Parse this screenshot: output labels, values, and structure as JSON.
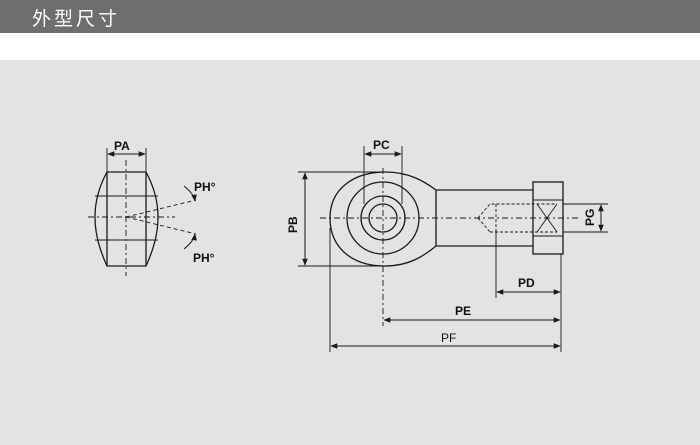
{
  "header": {
    "title": "外型尺寸"
  },
  "colors": {
    "header_bg": "#6e6e6e",
    "panel_bg": "#e3e3e3",
    "line": "#1a1a1a"
  },
  "diagram": {
    "labels": {
      "pa": "PA",
      "ph_top": "PH°",
      "ph_bottom": "PH°",
      "pc": "PC",
      "pb": "PB",
      "pg": "PG",
      "pd": "PD",
      "pe": "PE",
      "pf": "PF"
    }
  }
}
